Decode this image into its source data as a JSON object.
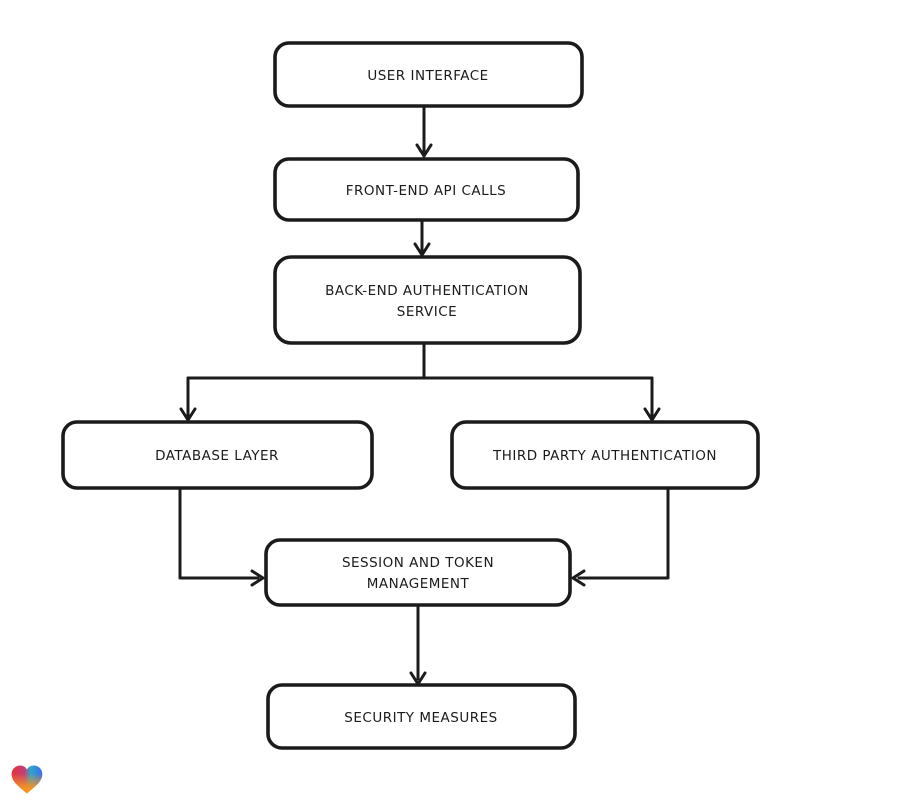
{
  "diagram": {
    "type": "flowchart",
    "style": "hand-drawn",
    "nodes": [
      {
        "id": "user-interface",
        "lines": [
          "USER INTERFACE"
        ]
      },
      {
        "id": "front-end-api-calls",
        "lines": [
          "FRONT-END API CALLS"
        ]
      },
      {
        "id": "back-end-authentication-service",
        "lines": [
          "BACK-END AUTHENTICATION",
          "SERVICE"
        ]
      },
      {
        "id": "database-layer",
        "lines": [
          "DATABASE LAYER"
        ]
      },
      {
        "id": "third-party-authentication",
        "lines": [
          "THIRD PARTY AUTHENTICATION"
        ]
      },
      {
        "id": "session-and-token-management",
        "lines": [
          "SESSION AND TOKEN",
          "MANAGEMENT"
        ]
      },
      {
        "id": "security-measures",
        "lines": [
          "SECURITY MEASURES"
        ]
      }
    ],
    "edges": [
      {
        "from": "user-interface",
        "to": "front-end-api-calls"
      },
      {
        "from": "front-end-api-calls",
        "to": "back-end-authentication-service"
      },
      {
        "from": "back-end-authentication-service",
        "to": "database-layer"
      },
      {
        "from": "back-end-authentication-service",
        "to": "third-party-authentication"
      },
      {
        "from": "database-layer",
        "to": "session-and-token-management"
      },
      {
        "from": "third-party-authentication",
        "to": "session-and-token-management"
      },
      {
        "from": "session-and-token-management",
        "to": "security-measures"
      }
    ],
    "colors": {
      "background": "#ffffff",
      "stroke": "#1b1b1b",
      "node_fill": "#ffffff"
    },
    "logo": {
      "name": "lovable-heart-badge",
      "colors": {
        "red": "#e73138",
        "magenta": "#c2407c",
        "teal": "#2aa8c8",
        "blue": "#3f6af0",
        "orange": "#f7941d"
      }
    }
  }
}
